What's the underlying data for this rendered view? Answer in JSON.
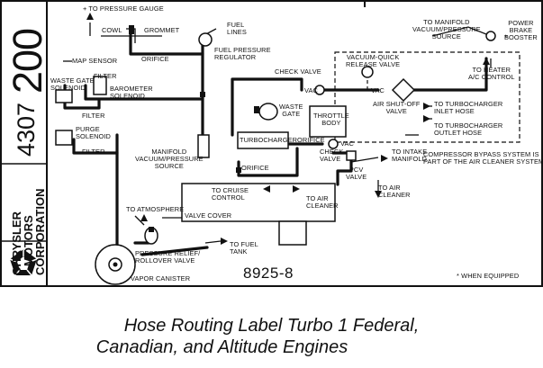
{
  "label": {
    "part_number_big": "200",
    "part_number_small": "4307",
    "brand": [
      "CHRYSLER",
      "MOTORS",
      "CORPORATION"
    ],
    "doc_number": "8925-8",
    "footnote": "* WHEN EQUIPPED"
  },
  "components": {
    "to_pressure_gauge": "+ TO PRESSURE GAUGE",
    "cowl": "COWL",
    "grommet": "GROMMET",
    "fuel_lines": [
      "FUEL",
      "LINES"
    ],
    "fuel_pressure_regulator": [
      "FUEL PRESSURE",
      "REGULATOR"
    ],
    "orifice_top": "ORIFICE",
    "map_sensor": "MAP SENSOR",
    "filter_1": "FILTER",
    "barometer_solenoid": [
      "BAROMETER",
      "SOLENOID"
    ],
    "waste_gate_solenoid": [
      "WASTE GATE",
      "SOLENOID"
    ],
    "filter_2": "FILTER",
    "purge_solenoid": [
      "PURGE",
      "SOLENOID"
    ],
    "filter_3": "FILTER",
    "check_valve_top": "CHECK VALVE",
    "vac_1": "VAC",
    "vacuum_quick_release_valve": [
      "VACUUM-QUICK",
      "RELEASE VALVE"
    ],
    "vac_2": "VAC",
    "air_shutoff_valve": [
      "AIR SHUT-OFF",
      "VALVE"
    ],
    "to_manifold_vacuum_source": [
      "TO MANIFOLD",
      "VACUUM/PRESSURE",
      "SOURCE"
    ],
    "power_brake_booster": [
      "POWER",
      "BRAKE",
      "BOOSTER"
    ],
    "to_heater_ac_control": [
      "TO HEATER",
      "A/C CONTROL"
    ],
    "to_turbo_inlet_hose": [
      "TO TURBOCHARGER",
      "INLET HOSE"
    ],
    "to_turbo_outlet_hose": [
      "TO TURBOCHARGER",
      "OUTLET HOSE"
    ],
    "bypass_note": [
      "COMPRESSOR BYPASS SYSTEM IS",
      "PART OF THE AIR CLEANER SYSTEM"
    ],
    "waste_gate": [
      "WASTE",
      "GATE"
    ],
    "throttle_body": [
      "THROTTLE",
      "BODY"
    ],
    "turbocharger": "TURBOCHARGER",
    "orifice_mid": "ORIFICE",
    "vac_3": "VAC",
    "check_valve_bottom": [
      "CHECK",
      "VALVE"
    ],
    "to_intake_manifold": [
      "TO INTAKE",
      "MANIFOLD"
    ],
    "manifold_vacuum_source": [
      "MANIFOLD",
      "VACUUM/PRESSURE",
      "SOURCE"
    ],
    "orifice_low": "ORIFICE",
    "pcv_valve": [
      "PCV",
      "VALVE"
    ],
    "to_cruise_control": [
      "TO CRUISE",
      "CONTROL"
    ],
    "to_air_cleaner_1": [
      "TO AIR",
      "CLEANER"
    ],
    "to_air_cleaner_2": [
      "TO AIR",
      "CLEANER"
    ],
    "valve_cover": "VALVE COVER",
    "to_atmosphere": "TO ATMOSPHERE",
    "to_fuel_tank": [
      "TO FUEL",
      "TANK"
    ],
    "pressure_relief": [
      "PRESSURE RELIEF/",
      "ROLLOVER VALVE"
    ],
    "vapor_canister": "VAPOR CANISTER"
  },
  "caption": [
    "Hose Routing Label Turbo 1 Federal,",
    "Canadian, and Altitude Engines"
  ]
}
